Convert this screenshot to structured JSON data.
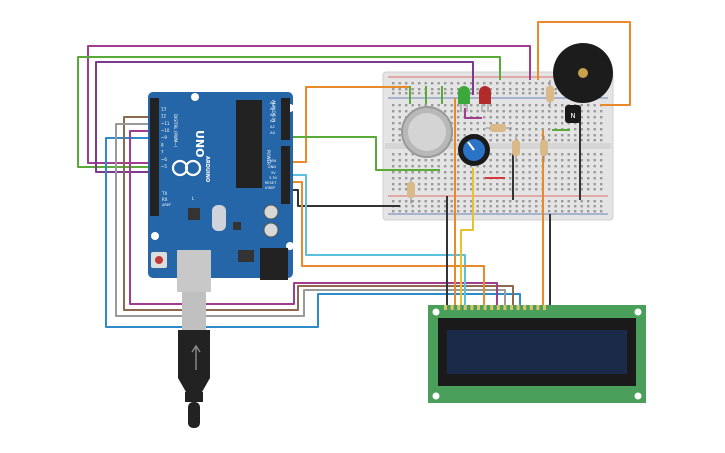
{
  "arduino": {
    "model_label": "UNO",
    "brand_label": "ARDUINO",
    "digital_label": "DIGITAL (PWM~)",
    "analog_label": "ANALOG IN",
    "power_label": "POWER",
    "tx_label": "TX",
    "rx_label": "RX",
    "l_label": "L",
    "aref_label": "AREF",
    "ioref_label": "IOREF",
    "reset_label": "RESET",
    "v33_label": "3.3V",
    "v5_label": "5V",
    "gnd_label": "GND",
    "vin_label": "VIN",
    "left_pin_labels": [
      "~5",
      "~6",
      "7",
      "8",
      "~9",
      "~10",
      "~11",
      "12",
      "13"
    ],
    "right_pin_labels": [
      "A5",
      "A4",
      "A3",
      "A2",
      "A1",
      "A0",
      "RX0",
      "TX1",
      "2",
      "~3",
      "4"
    ]
  },
  "transistor": {
    "label": "N"
  },
  "colors": {
    "wire_purple": "#a03d8e",
    "wire_green": "#5aaa3a",
    "wire_orange": "#e8892a",
    "wire_brown": "#8d6a4f",
    "wire_gray": "#9a9a9a",
    "wire_cyan": "#5bc0de",
    "wire_blue": "#2d8cc8",
    "wire_black": "#333333",
    "wire_yellow": "#e8c22a",
    "wire_red": "#d63a3a",
    "board_blue": "#2466a8",
    "lcd_green": "#4aa05a",
    "lcd_screen": "#1c2a4a",
    "breadboard": "#e6e6e6"
  }
}
